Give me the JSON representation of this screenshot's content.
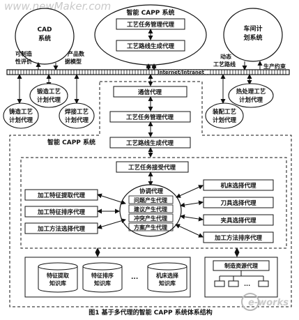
{
  "watermark_top": "www.newMaker.com",
  "watermark_bottom": "e-works",
  "caption": "图1   基于多代理的智能 CAPP 系统体系结构",
  "top_left_system": {
    "line1": "CAD",
    "line2": "系统"
  },
  "top_center_system": {
    "title": "智能 CAPP 系统",
    "agent1": "工艺任务管理代理",
    "agent2": "工艺路线生成代理"
  },
  "top_right_system": {
    "line1": "车间计",
    "line2": "划系统"
  },
  "edge_labels": {
    "left_a": [
      "可制造",
      "性评价"
    ],
    "left_b": [
      "产品数",
      "据模型"
    ],
    "right_a": [
      "动态",
      "工艺路线"
    ],
    "right_b": "生产约束"
  },
  "network_label": "Internet/Intranet",
  "left_circles": {
    "forging": [
      "锻造工艺",
      "计划代理"
    ],
    "casting": [
      "铸造工艺",
      "计划代理"
    ],
    "welding": [
      "焊接工艺",
      "计划代理"
    ]
  },
  "right_circles": {
    "heat": [
      "热处理工艺",
      "计划代理"
    ],
    "assembly": [
      "装配工艺",
      "计划代理"
    ]
  },
  "main_column": {
    "communication": "通信代理",
    "task_mgmt": "工艺任务管理代理",
    "route_gen": "工艺路线生成代理"
  },
  "inner_system_label": "智能 CAPP 系统",
  "task_accept": "工艺任务接受代理",
  "left_agents": [
    "加工特征提取代理",
    "加工特征排序代理",
    "加工方法选择代理"
  ],
  "right_agents": [
    "机床选择代理",
    "刀具选择代理",
    "夹具选择代理",
    "加工方法排序代理"
  ],
  "center_oval": [
    "协调代理",
    "问题产生代理",
    "建议产生代理",
    "冲突产生代理",
    "方案产生代理"
  ],
  "knowledge_bases": [
    [
      "特征提取",
      "知识库"
    ],
    [
      "特征排序",
      "知识库"
    ],
    [
      "机床选择",
      "知识库"
    ]
  ],
  "kb_ellipsis": "...",
  "resource_agent": "制造资源代理"
}
